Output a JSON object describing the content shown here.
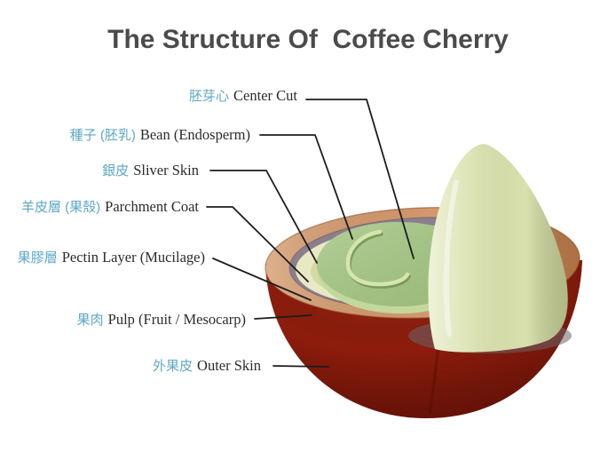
{
  "title": "The Structure Of  Coffee Cherry",
  "labels": [
    {
      "zh": "胚芽心",
      "en": "Center Cut"
    },
    {
      "zh": "種子 (胚乳)",
      "en": "Bean (Endosperm)"
    },
    {
      "zh": "銀皮",
      "en": "Sliver Skin"
    },
    {
      "zh": "羊皮層 (果殼)",
      "en": "Parchment Coat"
    },
    {
      "zh": "果膠層",
      "en": "Pectin Layer (Mucilage)"
    },
    {
      "zh": "果肉",
      "en": "Pulp (Fruit / Mesocarp)"
    },
    {
      "zh": "外果皮",
      "en": "Outer Skin"
    }
  ],
  "colors": {
    "background": "#ffffff",
    "title_text": "#4b4b4b",
    "chinese_text": "#5ea7c6",
    "english_text": "#2b2b2b",
    "leader_line": "#1c1c1c",
    "outer_skin": "#8e1c0c",
    "pulp": "#d59a6c",
    "pectin": "#8b7f8d",
    "parchment": "#e8e9c4",
    "silver_skin": "#d6daa2",
    "bean": "#a4c583",
    "bean_underside": "#c2d89d",
    "crease_highlight": "#d6e5b0",
    "wedge": "#d9e1ad"
  }
}
